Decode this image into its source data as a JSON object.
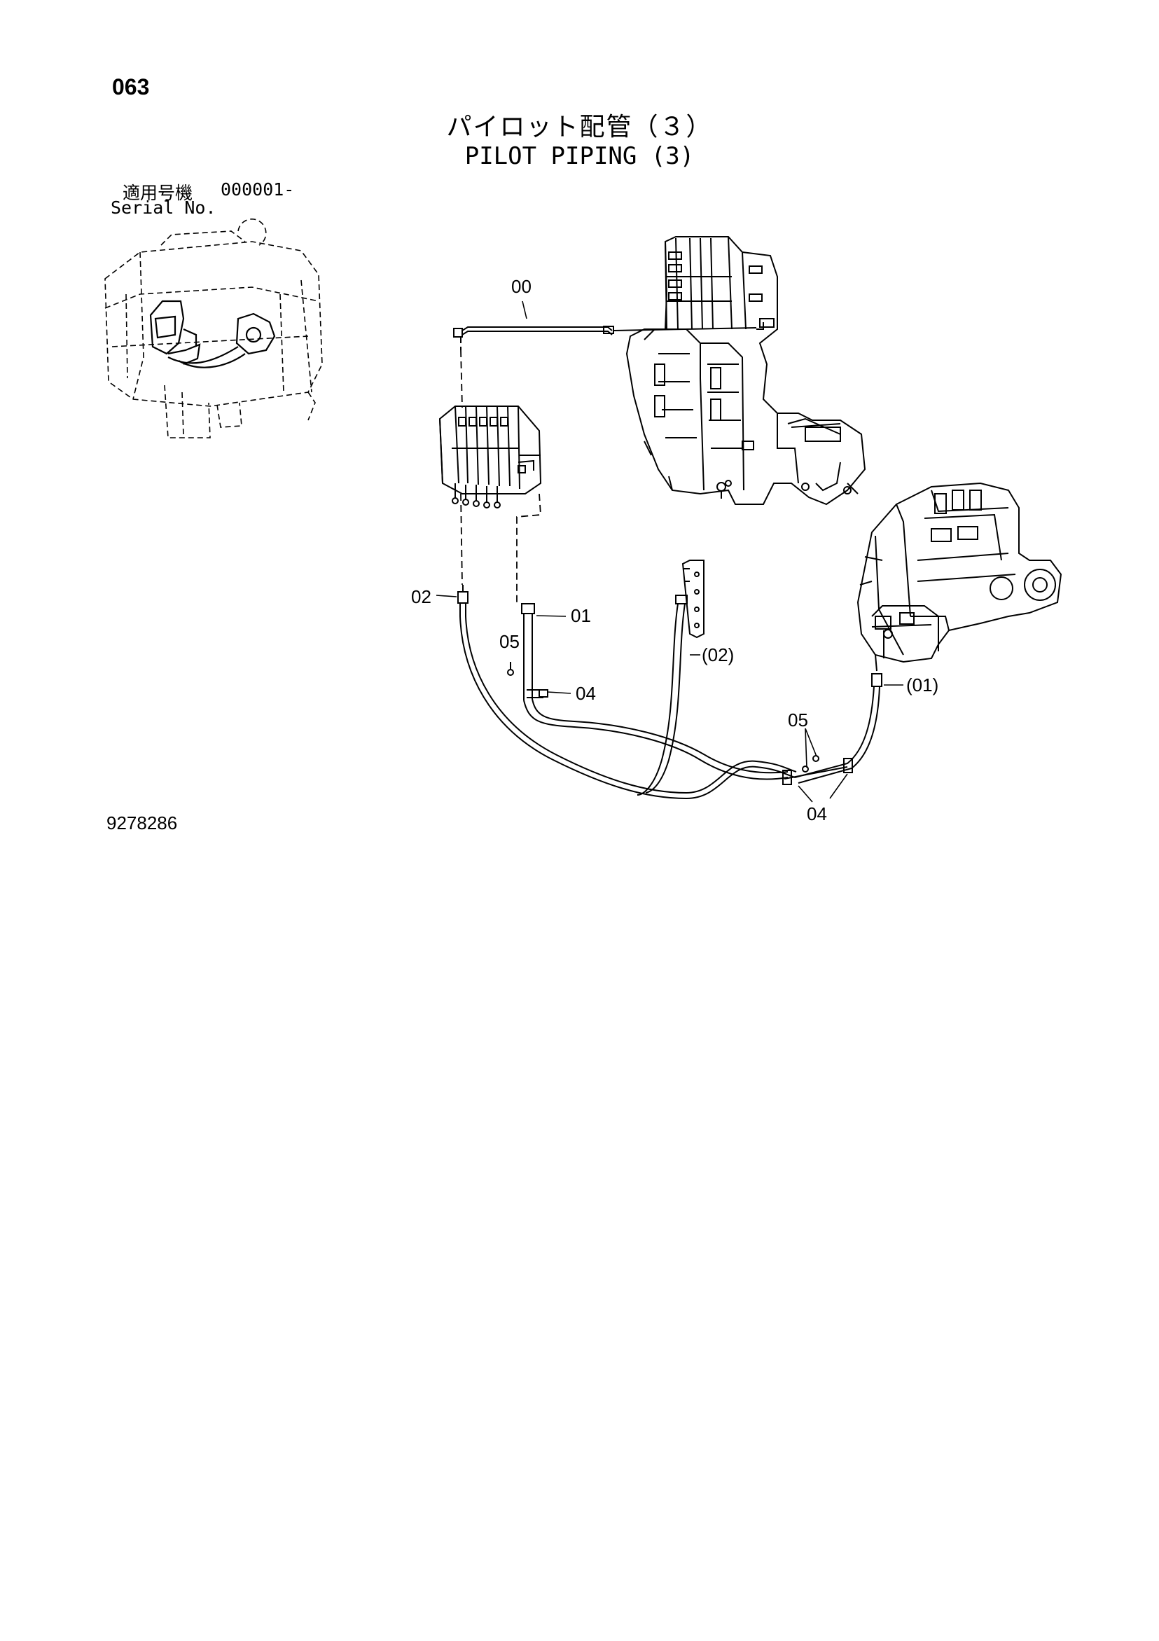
{
  "page_number": "063",
  "title_jp": "パイロット配管（３）",
  "title_en": "PILOT PIPING (3)",
  "serial": {
    "label_jp": "適用号機",
    "value": "000001-",
    "label_en": "Serial No."
  },
  "callouts": {
    "c00": "00",
    "c01": "01",
    "c02": "02",
    "c04a": "04",
    "c04b": "04",
    "c05a": "05",
    "c05b": "05",
    "c01p": "(01)",
    "c02p": "(02)"
  },
  "drawing_number": "9278286"
}
